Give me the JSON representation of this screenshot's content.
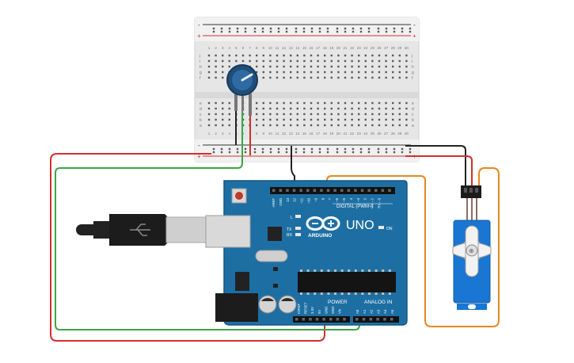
{
  "breadboard": {
    "rail_minus": "-",
    "rail_plus": "+",
    "row_letters_top": [
      "j",
      "i",
      "h",
      "g",
      "f"
    ],
    "row_letters_bottom": [
      "e",
      "d",
      "c",
      "b",
      "a"
    ],
    "column_numbers": [
      "1",
      "2",
      "3",
      "4",
      "5",
      "6",
      "7",
      "8",
      "9",
      "10",
      "11",
      "12",
      "13",
      "14",
      "15",
      "16",
      "17",
      "18",
      "19",
      "20",
      "21",
      "22",
      "23",
      "24",
      "25",
      "26",
      "27",
      "28",
      "29",
      "30"
    ]
  },
  "arduino": {
    "brand": "ARDUINO",
    "model": "UNO",
    "digital_label": "DIGITAL (PWM~)",
    "power_label": "POWER",
    "analog_label": "ANALOG IN",
    "on_label": "ON",
    "led_labels": [
      "L",
      "TX",
      "RX"
    ],
    "digital_pin_labels": [
      "AREF",
      "GND",
      "13",
      "12",
      "~11",
      "~10",
      "~9",
      "8",
      "7",
      "~6",
      "~5",
      "4",
      "~3",
      "2",
      "TX→1",
      "RX←0"
    ],
    "power_pin_labels": [
      "IOREF",
      "RESET",
      "3.3V",
      "5V",
      "GND",
      "GND",
      "Vin"
    ],
    "analog_pin_labels": [
      "A0",
      "A1",
      "A2",
      "A3",
      "A4",
      "A5"
    ]
  },
  "colors": {
    "board_blue": "#1d6fa3",
    "board_edge": "#15577f",
    "wire_red": "#d32f2f",
    "wire_green": "#3aa845",
    "wire_black": "#222222",
    "wire_orange": "#e8871e",
    "servo_blue": "#1976d2",
    "breadboard": "#e8e8e8"
  }
}
